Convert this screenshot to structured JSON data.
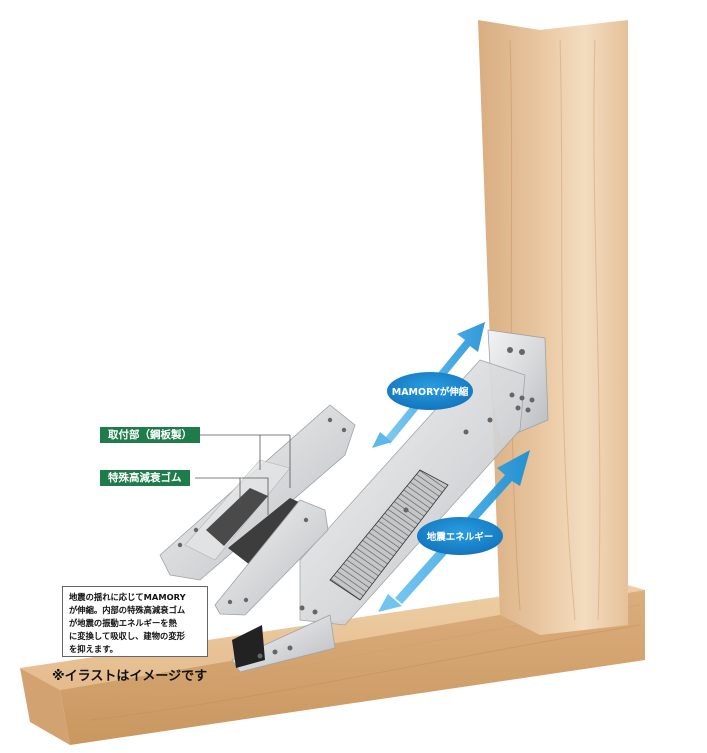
{
  "labels": {
    "mounting_part": "取付部（鋼板製）",
    "rubber": "特殊高減衰ゴム",
    "mamory_stretch": "MAMORYが伸縮",
    "seismic_energy": "地震エネルギー"
  },
  "note": {
    "lines": [
      "地震の揺れに応じてMAMORY",
      "が伸縮。内部の特殊高減衰ゴム",
      "が地震の振動エネルギーを熱",
      "に変換して吸収し、建物の変形",
      "を抑えます。"
    ]
  },
  "caption": "※イラストはイメージです",
  "colors": {
    "label_green": "#1e7b4a",
    "arrow_blue": "#1a8fd6",
    "wood_light": "#f1d6b6",
    "wood_mid": "#e2b98c",
    "wood_dark": "#c99a6a",
    "metal": "#d9dadb",
    "rubber_dark": "#4a4a4a"
  }
}
